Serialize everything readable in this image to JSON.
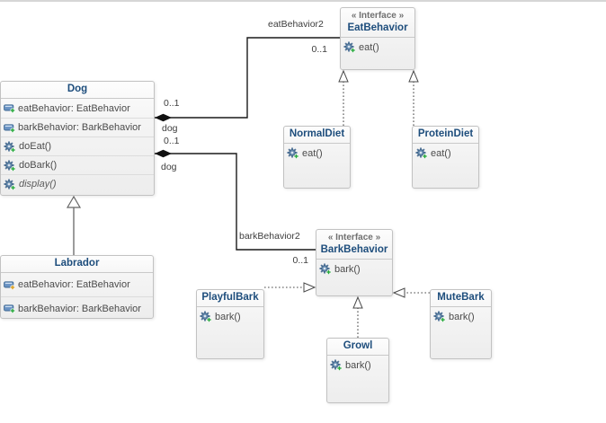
{
  "diagram": {
    "classes": {
      "dog": {
        "title": "Dog",
        "attributes": [
          {
            "text": "eatBehavior: EatBehavior"
          },
          {
            "text": "barkBehavior: BarkBehavior"
          }
        ],
        "operations": [
          {
            "text": "doEat()"
          },
          {
            "text": "doBark()"
          },
          {
            "text": "display()",
            "abstract": true
          }
        ]
      },
      "labrador": {
        "title": "Labrador",
        "attributes": [
          {
            "text": "eatBehavior: EatBehavior"
          },
          {
            "text": "barkBehavior: BarkBehavior"
          }
        ]
      },
      "eat_behavior": {
        "stereotype": "« Interface »",
        "title": "EatBehavior",
        "operations": [
          {
            "text": "eat()"
          }
        ]
      },
      "normal_diet": {
        "title": "NormalDiet",
        "operations": [
          {
            "text": "eat()"
          }
        ]
      },
      "protein_diet": {
        "title": "ProteinDiet",
        "operations": [
          {
            "text": "eat()"
          }
        ]
      },
      "bark_behavior": {
        "stereotype": "« Interface »",
        "title": "BarkBehavior",
        "operations": [
          {
            "text": "bark()"
          }
        ]
      },
      "playful_bark": {
        "title": "PlayfulBark",
        "operations": [
          {
            "text": "bark()"
          }
        ]
      },
      "mute_bark": {
        "title": "MuteBark",
        "operations": [
          {
            "text": "bark()"
          }
        ]
      },
      "growl": {
        "title": "Growl",
        "operations": [
          {
            "text": "bark()"
          }
        ]
      }
    },
    "associations": {
      "eat": {
        "name": "eatBehavior2",
        "interface_multiplicity": "0..1",
        "dog_multiplicity": "0..1",
        "dog_role": "dog"
      },
      "bark": {
        "name": "barkBehavior2",
        "interface_multiplicity": "0..1",
        "dog_multiplicity": "0..1",
        "dog_role": "dog"
      }
    },
    "icons": {
      "attribute": "blue-card-plus",
      "attribute_protected": "blue-card-yellow-mark",
      "operation": "gear-plus"
    },
    "colors": {
      "class_title_text": "#1d4d7c",
      "member_text": "#4b4b4b",
      "stereotype_text": "#707070",
      "association_line": "#1a1a1a",
      "generalization_line": "#7a7a7a",
      "realization_line": "#4a4a4a",
      "box_border": "#c2c2c2",
      "box_fill": "#f1f1f1"
    }
  }
}
